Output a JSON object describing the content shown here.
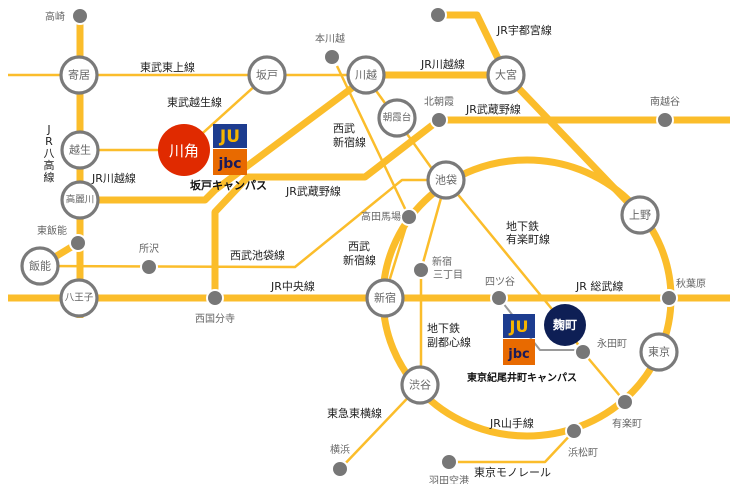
{
  "colors": {
    "line": "#fbbd2b",
    "station": "#7a7a7a",
    "kawakado": "#e02a00",
    "kojimachi": "#0e1f55"
  },
  "stations": {
    "takasaki": "高崎",
    "yorii": "寄居",
    "sakado": "坂戸",
    "honkawagoe": "本川越",
    "kawagoe": "川越",
    "omiya": "大宮",
    "kitaasaka": "北朝霞",
    "asakadai": "朝霞台",
    "minamikoshigaya": "南越谷",
    "ikebukuro": "池袋",
    "ueno": "上野",
    "ogose": "越生",
    "kawakado": "川角",
    "komagawa": "高麗川",
    "higashihanno": "東飯能",
    "hanno": "飯能",
    "tokorozawa": "所沢",
    "hachioji": "八王子",
    "nishikokubunji": "西国分寺",
    "takadanobaba": "高田馬場",
    "shinjuku": "新宿",
    "shinjuku3_1": "新宿",
    "shinjuku3_2": "三丁目",
    "yotsuya": "四ツ谷",
    "kojimachi": "麹町",
    "nagatacho": "永田町",
    "akihabara": "秋葉原",
    "tokyo": "東京",
    "yurakucho": "有楽町",
    "hamamatsucho": "浜松町",
    "haneda": "羽田空港",
    "shibuya": "渋谷",
    "yokohama": "横浜"
  },
  "lines": {
    "tobu_tojo": "東武東上線",
    "tobu_ogose": "東武越生線",
    "jr_hachiko": [
      "J",
      "R",
      "八",
      "高",
      "線"
    ],
    "jr_kawagoe_w": "JR川越線",
    "jr_kawagoe_e": "JR川越線",
    "jr_utsunomiya": "JR宇都宮線",
    "jr_musashino_w": "JR武蔵野線",
    "jr_musashino_e": "JR武蔵野線",
    "seibu_shinjuku_1": [
      "西武",
      "新宿線"
    ],
    "seibu_shinjuku_2": [
      "西武",
      "新宿線"
    ],
    "seibu_ikebukuro": "西武池袋線",
    "jr_chuo": "JR中央線",
    "jr_sobu": "JR 総武線",
    "yurakucho_line": [
      "地下鉄",
      "有楽町線"
    ],
    "fukutoshin_line": [
      "地下鉄",
      "副都心線"
    ],
    "tokyu_toyoko": "東急東横線",
    "jr_yamanote": "JR山手線",
    "tokyo_monorail": "東京モノレール"
  },
  "campuses": {
    "sakado": "坂戸キャンパス",
    "kioicho": "東京紀尾井町キャンパス"
  },
  "logos": {
    "ju": "JU",
    "jbc": "jbc"
  }
}
